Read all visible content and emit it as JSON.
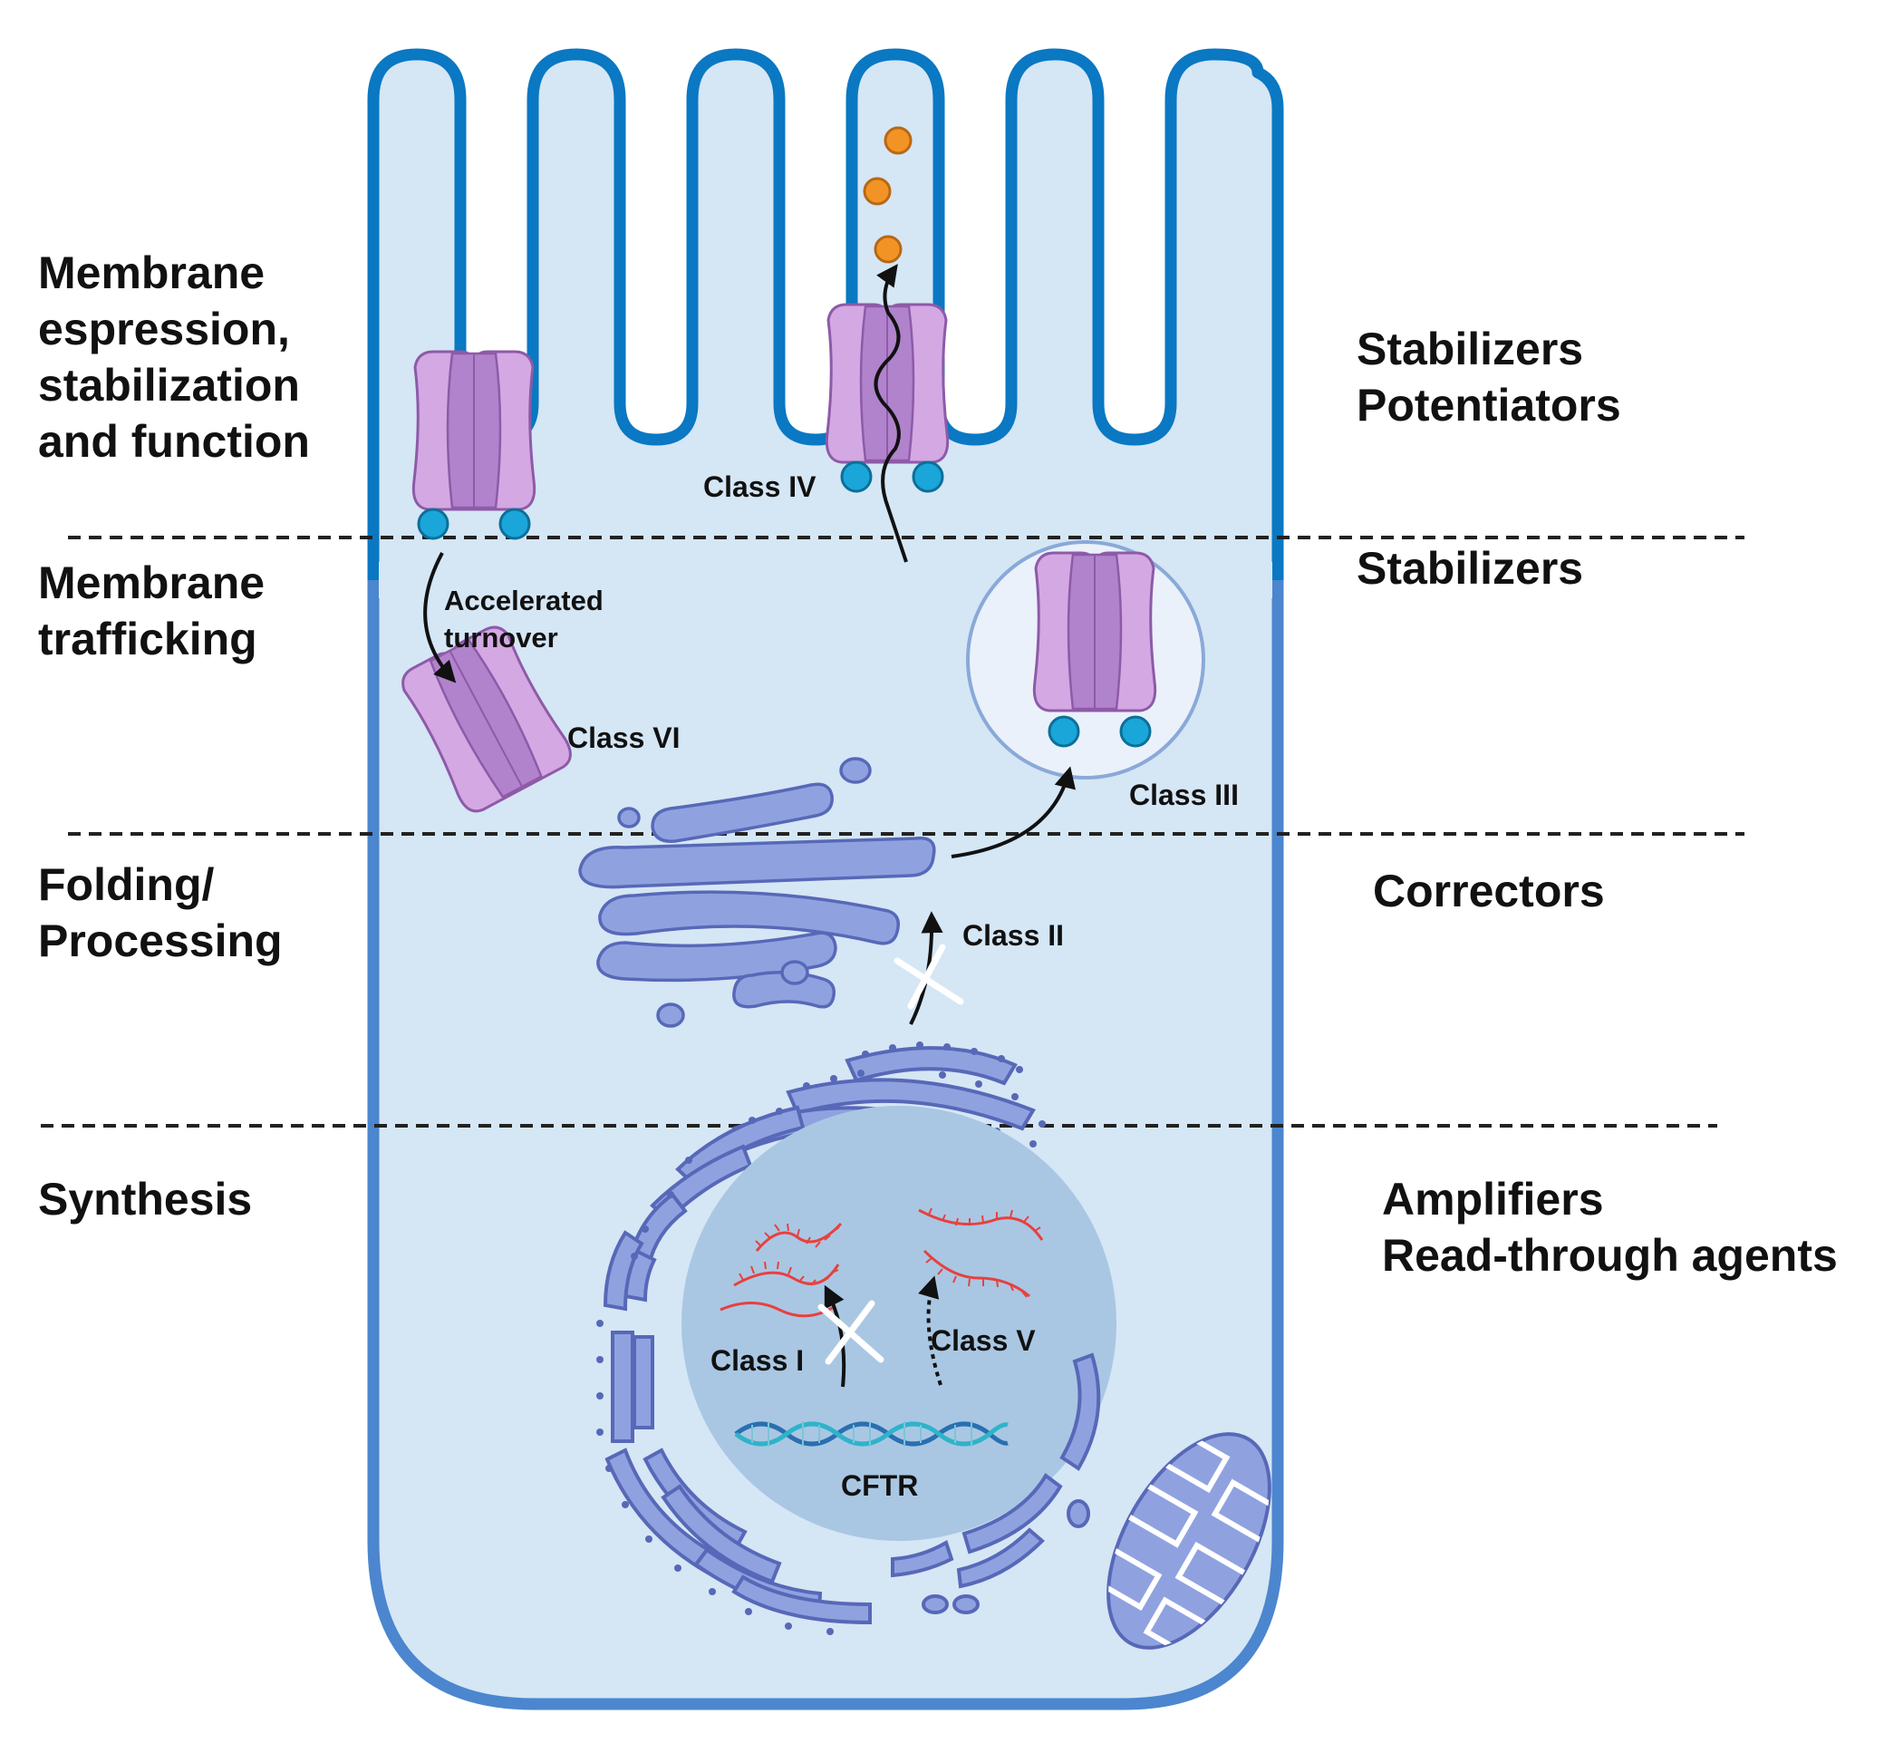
{
  "colors": {
    "membrane_apical": "#0a78c2",
    "membrane_basal": "#4b86cf",
    "cytoplasm": "#d5e6f5",
    "nucleus": "#a9c7e3",
    "organelle_fill": "#8fa2df",
    "organelle_stroke": "#5868b8",
    "channel_fill": "#d4a8e2",
    "channel_dark": "#b183cc",
    "channel_stroke": "#8e5aa8",
    "nbd_fill": "#1aa6d8",
    "ion_fill": "#f29425",
    "mrna": "#e8403f",
    "dna_a": "#2a6fb0",
    "dna_b": "#2fb3c9",
    "text": "#111111"
  },
  "left_labels": {
    "membrane_function": [
      "Membrane",
      "espression,",
      "stabilization",
      "and function"
    ],
    "trafficking": [
      "Membrane",
      "trafficking"
    ],
    "folding": [
      "Folding/",
      "Processing"
    ],
    "synthesis": [
      "Synthesis"
    ]
  },
  "right_labels": {
    "top": [
      "Stabilizers",
      "Potentiators"
    ],
    "trafficking": [
      "Stabilizers"
    ],
    "folding": [
      "Correctors"
    ],
    "synthesis": [
      "Amplifiers",
      "Read-through agents"
    ]
  },
  "class_labels": {
    "class1": "Class I",
    "class2": "Class II",
    "class3": "Class III",
    "class4": "Class IV",
    "class5": "Class V",
    "class6": "Class VI"
  },
  "annotations": {
    "turnover": [
      "Accelerated",
      "turnover"
    ],
    "gene": "CFTR"
  },
  "icons": {
    "channel": "cftr-channel-icon",
    "golgi": "golgi-icon",
    "er": "endoplasmic-reticulum-icon",
    "nucleus": "nucleus-icon",
    "mitochondrion": "mitochondrion-icon",
    "dna": "dna-helix-icon",
    "mrna": "mrna-strand-icon",
    "ions": "chloride-ion-icon",
    "block": "blocked-x-icon"
  }
}
